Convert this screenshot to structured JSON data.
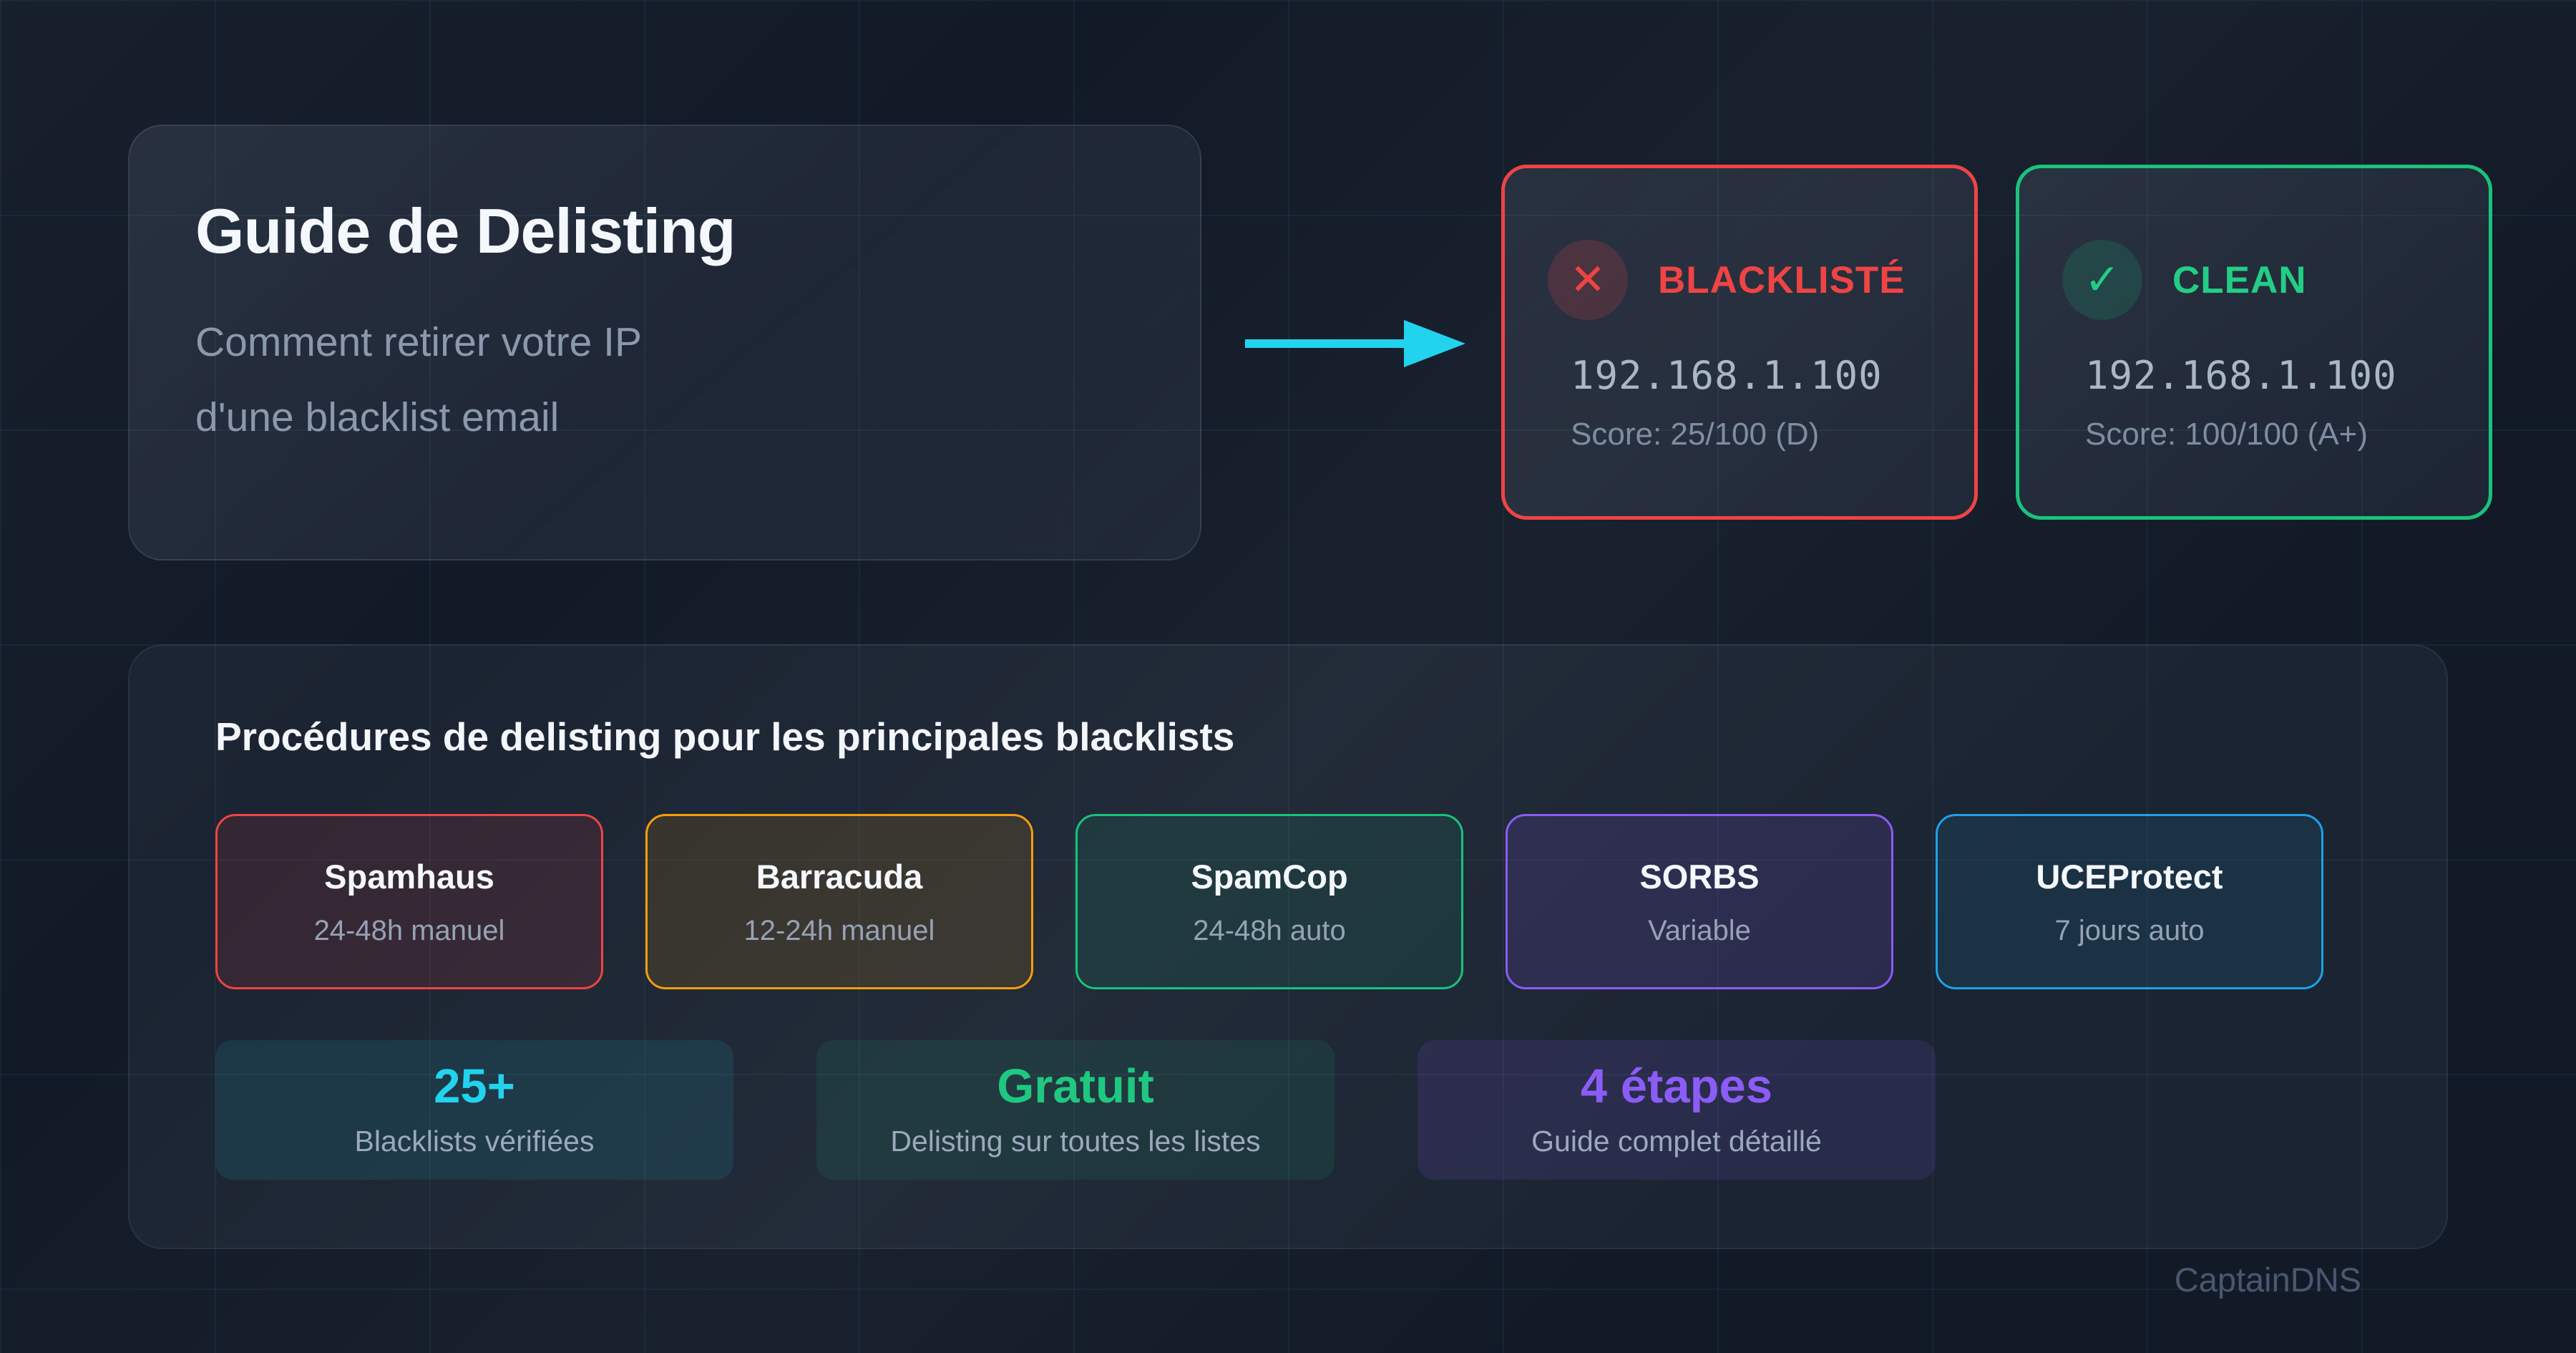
{
  "hero": {
    "title": "Guide de Delisting",
    "subtitle_line1": "Comment retirer votre IP",
    "subtitle_line2": "d'une blacklist email"
  },
  "arrow": {
    "icon": "arrow-right-icon",
    "color": "#22d3ee"
  },
  "status_cards": {
    "blacklisted": {
      "icon": "x-icon",
      "icon_glyph": "✕",
      "label": "BLACKLISTÉ",
      "ip": "192.168.1.100",
      "score": "Score: 25/100 (D)",
      "accent_color": "#ef4444"
    },
    "clean": {
      "icon": "check-icon",
      "icon_glyph": "✓",
      "label": "CLEAN",
      "ip": "192.168.1.100",
      "score": "Score: 100/100 (A+)",
      "accent_color": "#19c37d"
    }
  },
  "procedures": {
    "title": "Procédures de delisting pour les principales blacklists",
    "blacklists": [
      {
        "name": "Spamhaus",
        "delay": "24-48h manuel",
        "accent_color": "#ef4444"
      },
      {
        "name": "Barracuda",
        "delay": "12-24h manuel",
        "accent_color": "#f59e0b"
      },
      {
        "name": "SpamCop",
        "delay": "24-48h auto",
        "accent_color": "#19c37d"
      },
      {
        "name": "SORBS",
        "delay": "Variable",
        "accent_color": "#8b5cf6"
      },
      {
        "name": "UCEProtect",
        "delay": "7 jours auto",
        "accent_color": "#1ba3e8"
      }
    ],
    "stats": [
      {
        "value": "25+",
        "label": "Blacklists vérifiées",
        "accent_color": "#22d3ee"
      },
      {
        "value": "Gratuit",
        "label": "Delisting sur toutes les listes",
        "accent_color": "#1fc880"
      },
      {
        "value": "4 étapes",
        "label": "Guide complet détaillé",
        "accent_color": "#8b5cf6"
      }
    ]
  },
  "footer": {
    "brand": "CaptainDNS"
  }
}
